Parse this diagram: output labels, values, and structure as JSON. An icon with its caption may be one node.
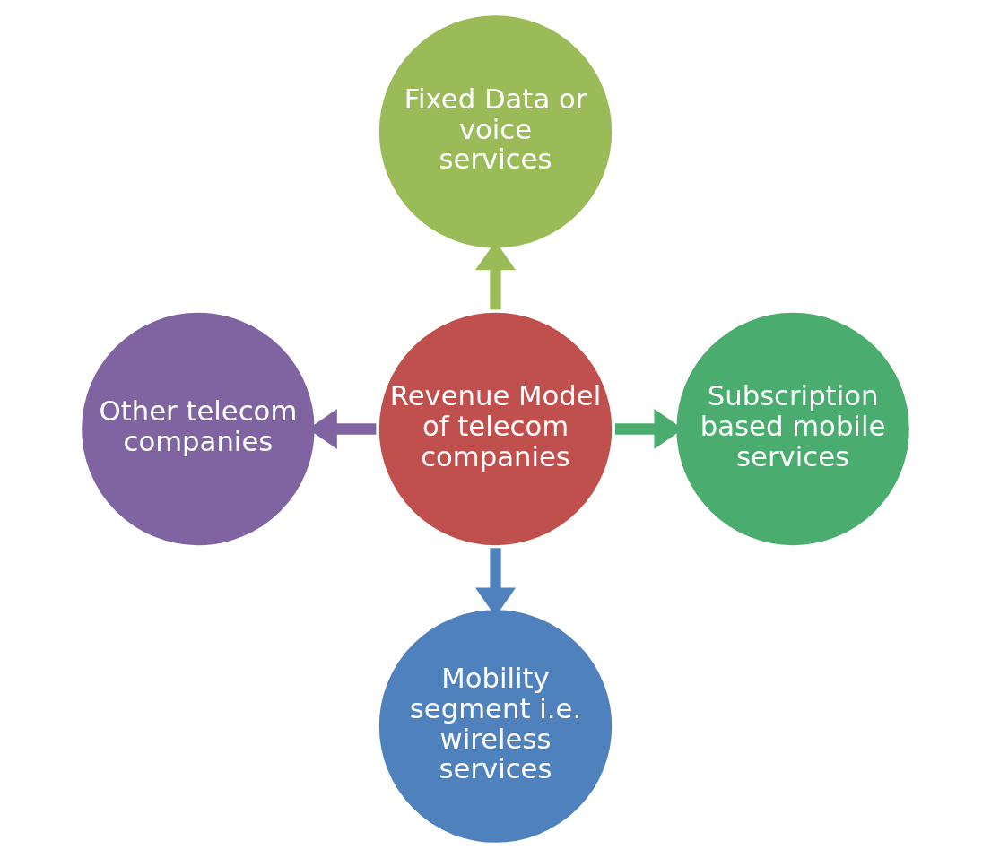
{
  "diagram": {
    "nodes": [
      {
        "text": [
          "Fixed Data or voice services"
        ]
      },
      {
        "text": [
          "Other telecom companies"
        ]
      },
      {
        "text": [
          "Revenue Model of telecom companies"
        ]
      },
      {
        "text": [
          "Subscription based mobile services"
        ]
      },
      {
        "text": [
          "Mobility segment i.e. wireless services"
        ]
      }
    ],
    "edges": [
      {
        "from": 2,
        "to": 0,
        "arrow": "to",
        "color": "#9bbb59"
      },
      {
        "from": 2,
        "to": 1,
        "arrow": "to",
        "color": "#8064a2"
      },
      {
        "from": 2,
        "to": 3,
        "arrow": "to",
        "color": "#4bac6f"
      },
      {
        "from": 2,
        "to": 4,
        "arrow": "to",
        "color": "#4f81bd"
      }
    ]
  }
}
